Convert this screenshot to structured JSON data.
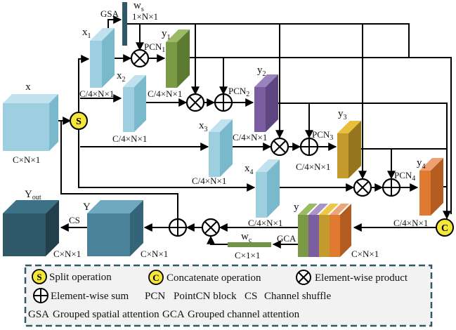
{
  "diagram": {
    "input": {
      "name": "x",
      "dims": "C×N×1"
    },
    "split_symbol": "S",
    "concat_symbol": "C",
    "branches": [
      {
        "input": "x",
        "input_sub": "1",
        "input_dims": "C/4×N×1",
        "output": "y",
        "output_sub": "1",
        "output_dims": "C/4×N×1",
        "pcn": "PCN",
        "pcn_sub": "1"
      },
      {
        "input": "x",
        "input_sub": "2",
        "input_dims": "C/4×N×1",
        "output": "y",
        "output_sub": "2",
        "output_dims": "C/4×N×1",
        "pcn": "PCN",
        "pcn_sub": "2"
      },
      {
        "input": "x",
        "input_sub": "3",
        "input_dims": "C/4×N×1",
        "output": "y",
        "output_sub": "3",
        "output_dims": "C/4×N×1",
        "pcn": "PCN",
        "pcn_sub": "3"
      },
      {
        "input": "x",
        "input_sub": "4",
        "input_dims": "C/4×N×1",
        "output": "y",
        "output_sub": "4",
        "output_dims": "C/4×N×1",
        "pcn": "PCN",
        "pcn_sub": "4"
      }
    ],
    "gsa": {
      "label": "GSA",
      "weight": "w",
      "weight_sub": "s",
      "dims": "1×N×1"
    },
    "concat_output": {
      "name": "y",
      "dims": "C×N×1",
      "concat_dims": "C/4×N×1"
    },
    "gca": {
      "label": "GCA",
      "weight": "w",
      "weight_sub": "c",
      "dims": "C×1×1"
    },
    "Y": {
      "name": "Y",
      "dims": "C×N×1"
    },
    "Yout": {
      "name": "Y",
      "sub": "out",
      "dims": "C×N×1",
      "op": "CS"
    }
  },
  "legend": {
    "row1": [
      {
        "symbol": "S",
        "text": "Split operation"
      },
      {
        "symbol": "C",
        "text": "Concatenate operation"
      },
      {
        "symbol": "product",
        "text": "Element-wise product"
      }
    ],
    "row2": [
      {
        "symbol": "sum",
        "text": "Element-wise sum"
      },
      {
        "abbr": "PCN",
        "text": "PointCN block"
      },
      {
        "abbr": "CS",
        "text": "Channel shuffle"
      }
    ],
    "row3": [
      {
        "abbr": "GSA",
        "text": "Grouped spatial attention"
      },
      {
        "abbr": "GCA",
        "text": "Grouped channel attention"
      }
    ]
  },
  "colors": {
    "x_block": "#9ecfe0",
    "x_block_side": "#7ab8cc",
    "x_block_top": "#bfe2ee",
    "y1": "#7a9a45",
    "y2": "#7b5ea0",
    "y3": "#c39a2e",
    "y4": "#e07a30",
    "Y": "#4a8299",
    "Yout": "#2f5868",
    "ws_bar": "#2f5868",
    "wc_bar": "#6f9448",
    "op_yellow": "#f5e63a",
    "legend_border": "#2f5868",
    "legend_bg": "#f2f2f2"
  }
}
